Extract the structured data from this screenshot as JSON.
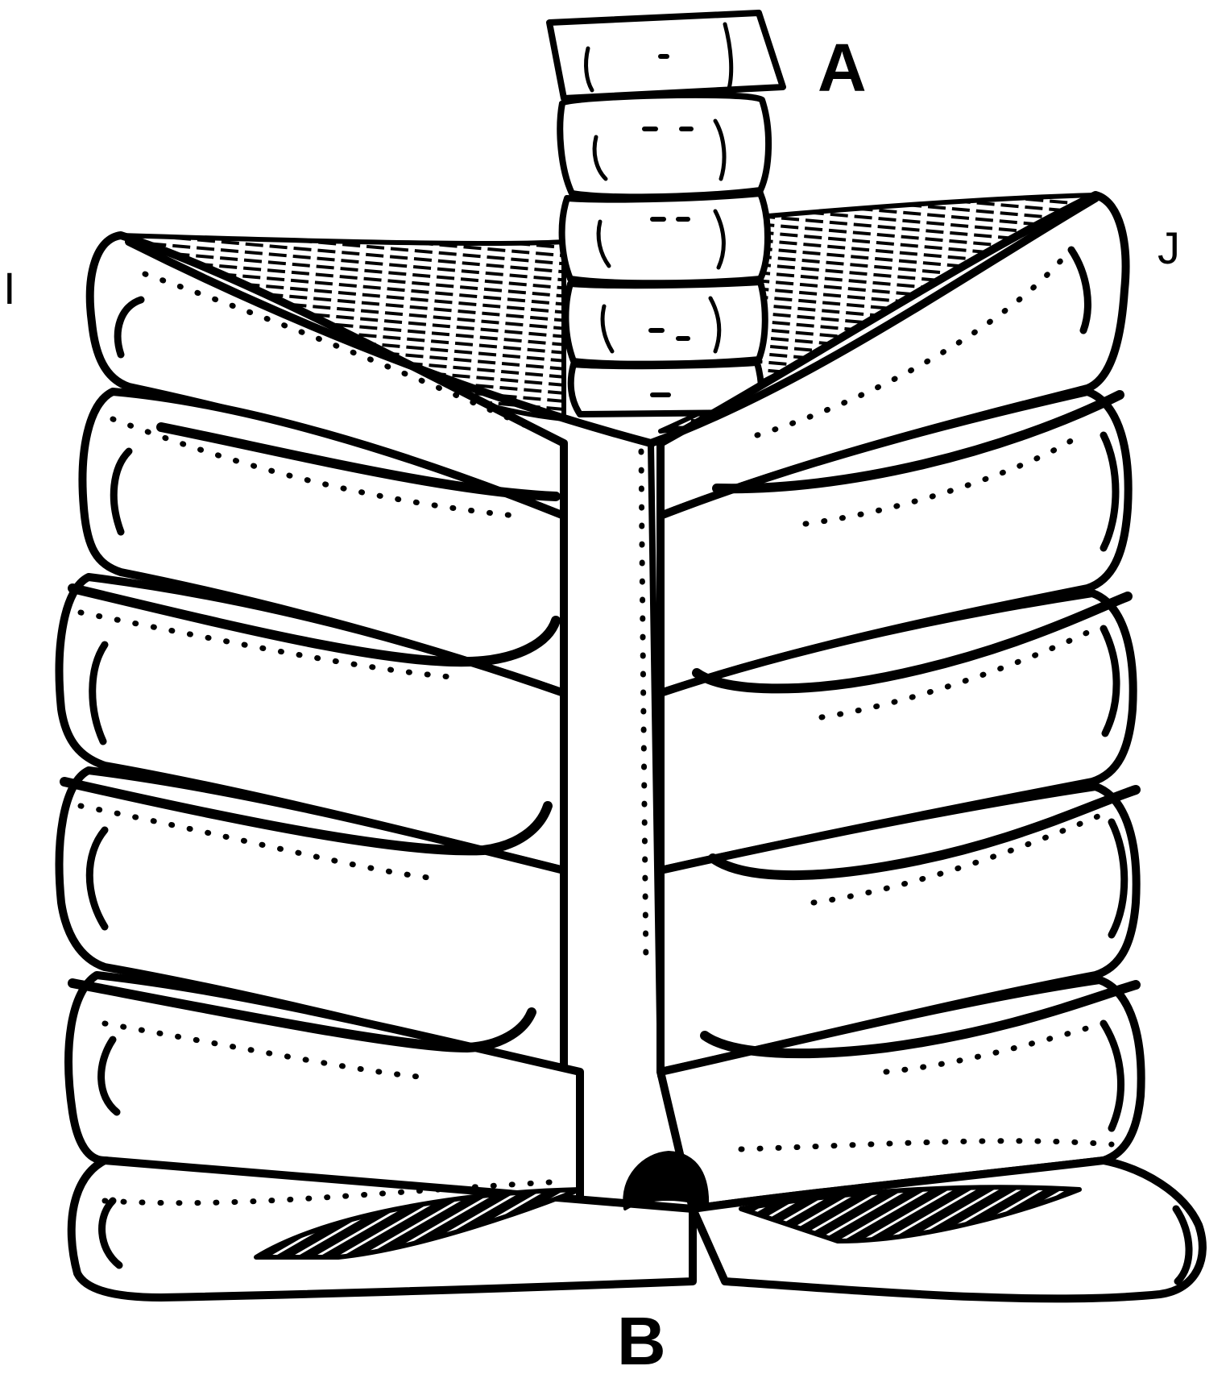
{
  "labels": {
    "a": "A",
    "b": "B",
    "i": "I",
    "j": "J"
  },
  "colors": {
    "ink": "#000000",
    "paper": "#ffffff"
  }
}
